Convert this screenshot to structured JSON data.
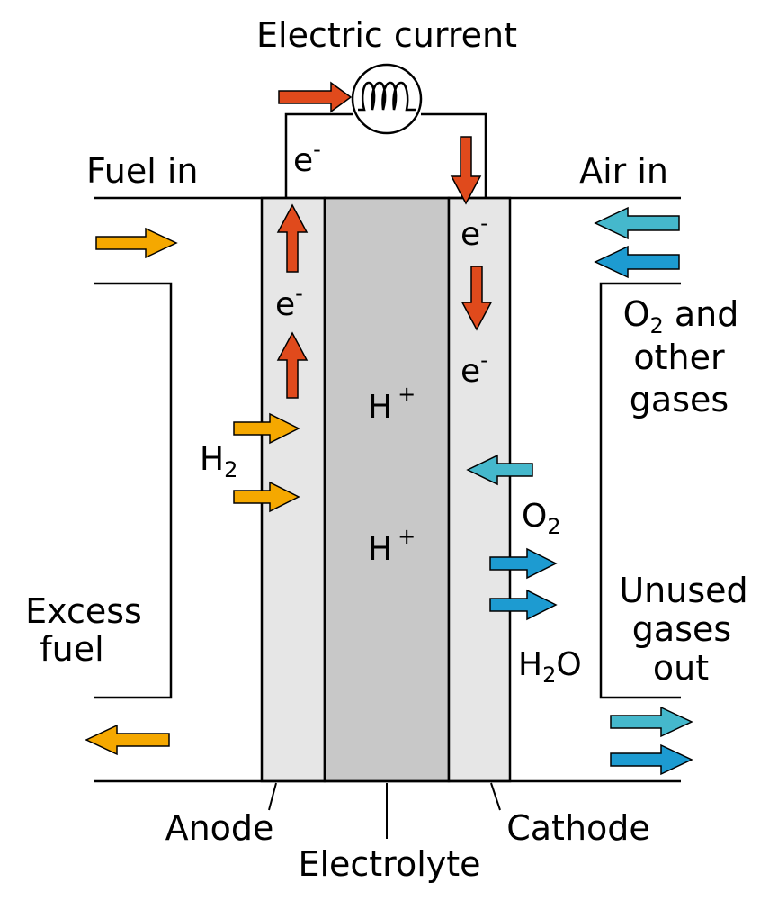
{
  "labels": {
    "title": "Electric current",
    "fuel_in": "Fuel in",
    "air_in": "Air in",
    "electron": "e",
    "minus": "-",
    "hydrogen_ion": "H",
    "plus": "+",
    "h2_base": "H",
    "h2_sub": "2",
    "o2_base": "O",
    "o2_sub": "2",
    "o2_gases_line1_base": "O",
    "o2_gases_line1_sub": "2",
    "o2_gases_line1_rest": " and",
    "o2_gases_line2": "other",
    "o2_gases_line3": "gases",
    "water_h": "H",
    "water_sub": "2",
    "water_o": "O",
    "excess_line1": "Excess",
    "excess_line2": "fuel",
    "unused_line1": "Unused",
    "unused_line2": "gases",
    "unused_line3": "out",
    "anode": "Anode",
    "electrolyte": "Electrolyte",
    "cathode": "Cathode"
  },
  "colors": {
    "electron_arrow": "#e04a1c",
    "fuel_arrow": "#f5a800",
    "air_arrow_light": "#45b8cc",
    "air_arrow_dark": "#1d9bd1",
    "electrode_fill": "#e6e6e6",
    "electrolyte_fill": "#c8c8c8",
    "line": "#000000"
  },
  "icons": {
    "load": "lamp-coil-icon"
  }
}
